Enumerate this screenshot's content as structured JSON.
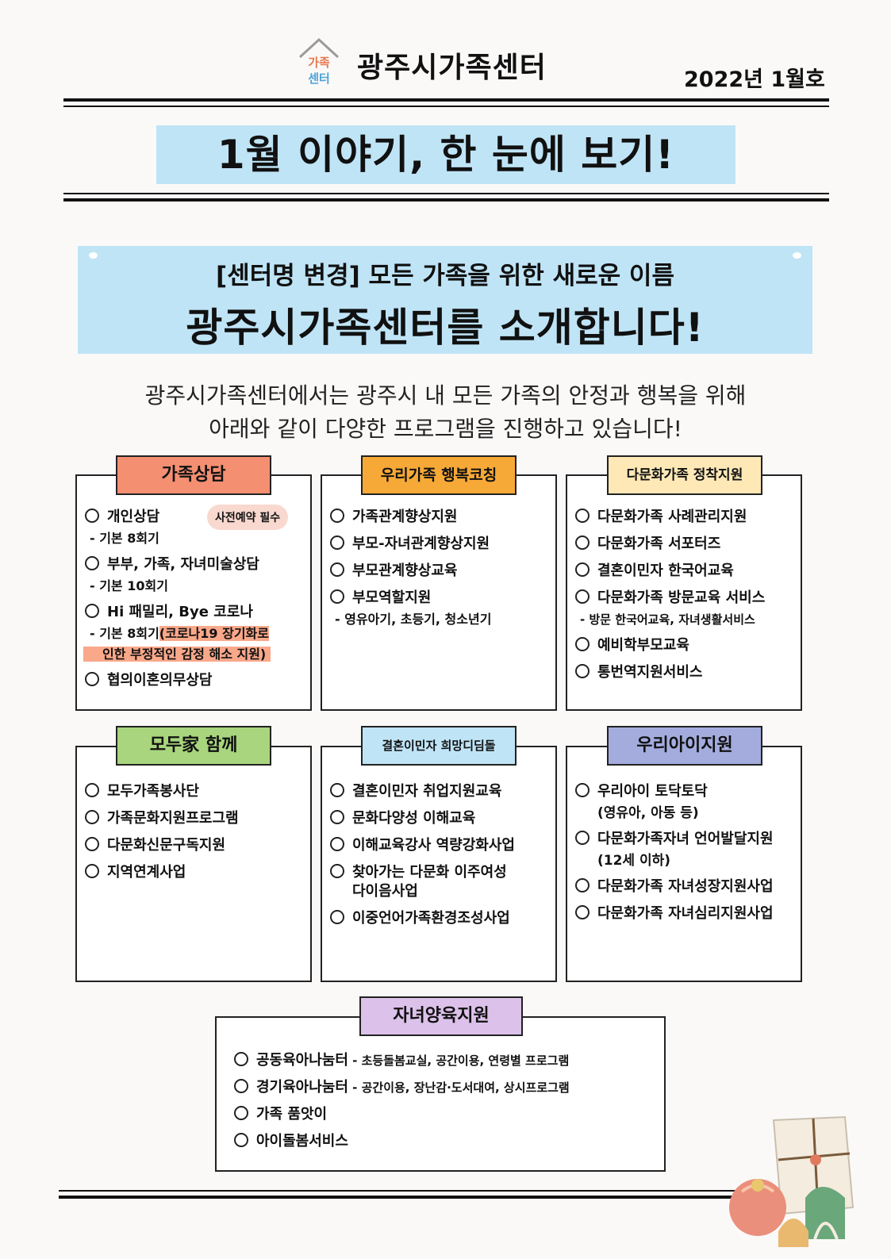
{
  "header": {
    "logo_text_top": "가족",
    "logo_text_bottom": "센터",
    "center_name": "광주시가족센터",
    "issue": "2022년 1월호"
  },
  "banner": {
    "title": "1월 이야기, 한 눈에 보기!"
  },
  "hero": {
    "subtitle": "[센터명 변경] 모든 가족을 위한 새로운 이름",
    "title": "광주시가족센터를 소개합니다!"
  },
  "intro": {
    "line1": "광주시가족센터에서는 광주시 내 모든 가족의 안정과 행복을 위해",
    "line2": "아래와 같이 다양한 프로그램을 진행하고 있습니다!"
  },
  "sections": {
    "counseling": {
      "title": "가족상담",
      "color": "#f58f72",
      "badge": "사전예약 필수",
      "i1": "개인상담",
      "n1": "- 기본 8회기",
      "i2": "부부, 가족, 자녀미술상담",
      "n2": "- 기본 10회기",
      "i3": "Hi 패밀리, Bye 코로나",
      "n3a": "- 기본 8회기",
      "n3b": "(코로나19 장기화로",
      "n3c": "인한 부정적인 감정 해소 지원)",
      "i4": "협의이혼의무상담"
    },
    "coaching": {
      "title": "우리가족 행복코칭",
      "color": "#f7a937",
      "items": [
        "가족관계향상지원",
        "부모-자녀관계향상지원",
        "부모관계향상교육",
        "부모역할지원"
      ],
      "note": "- 영유아기, 초등기, 청소년기"
    },
    "multicultural": {
      "title": "다문화가족 정착지원",
      "color": "#fde8b6",
      "items": [
        "다문화가족 사례관리지원",
        "다문화가족 서포터즈",
        "결혼이민자 한국어교육",
        "다문화가족 방문교육 서비스"
      ],
      "note": "- 방문 한국어교육, 자녀생활서비스",
      "items2": [
        "예비학부모교육",
        "통번역지원서비스"
      ]
    },
    "together": {
      "title": "모두家 함께",
      "color": "#a8d57d",
      "items": [
        "모두가족봉사단",
        "가족문화지원프로그램",
        "다문화신문구독지원",
        "지역연계사업"
      ]
    },
    "hope": {
      "title": "결혼이민자 희망디딤돌",
      "color": "#bfe4f6",
      "items": [
        "결혼이민자 취업지원교육",
        "문화다양성 이해교육",
        "이해교육강사 역량강화사업",
        "찾아가는 다문화 이주여성",
        "이중언어가족환경조성사업"
      ],
      "item4b": "다이음사업"
    },
    "children": {
      "title": "우리아이지원",
      "color": "#a3acdd",
      "i1": "우리아이 토닥토닥",
      "n1": "(영유아, 아동 등)",
      "i2": "다문화가족자녀 언어발달지원",
      "n2": "(12세 이하)",
      "i3": "다문화가족 자녀성장지원사업",
      "i4": "다문화가족 자녀심리지원사업"
    },
    "childcare": {
      "title": "자녀양육지원",
      "color": "#dcc1ea",
      "i1": "공동육아나눔터",
      "d1": " - 초등돌봄교실, 공간이용, 연령별 프로그램",
      "i2": "경기육아나눔터",
      "d2": " - 공간이용, 장난감·도서대여, 상시프로그램",
      "i3": "가족 품앗이",
      "i4": "아이돌봄서비스"
    }
  }
}
